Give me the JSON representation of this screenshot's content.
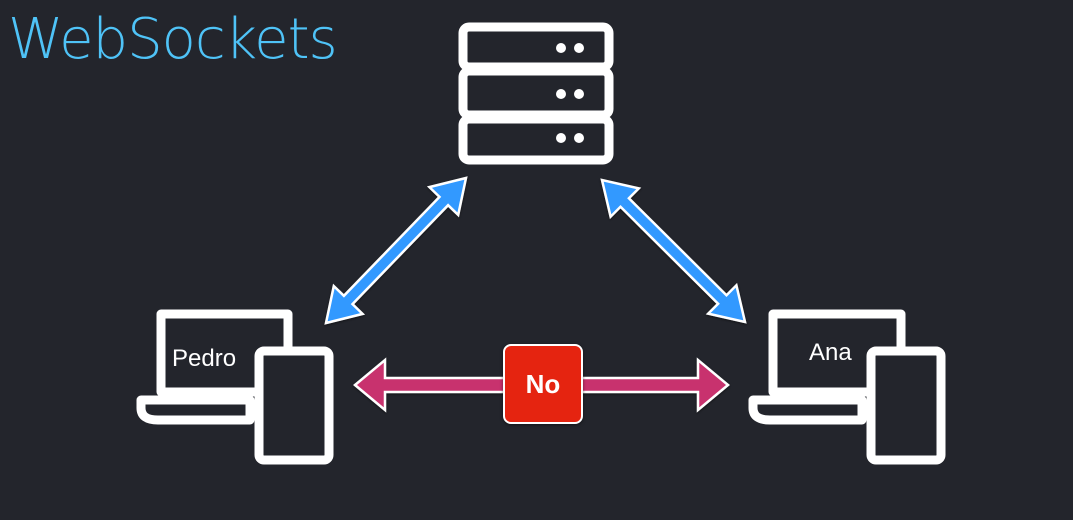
{
  "title": "WebSockets",
  "nodes": {
    "server": {
      "icon": "server-icon"
    },
    "left_client": {
      "label": "Pedro",
      "icon": "laptop-phone-icon"
    },
    "right_client": {
      "label": "Ana",
      "icon": "laptop-phone-icon"
    }
  },
  "connections": {
    "server_left": {
      "status": "allowed"
    },
    "server_right": {
      "status": "allowed"
    },
    "left_right": {
      "status": "blocked",
      "label": "No"
    }
  },
  "colors": {
    "background": "#23252c",
    "title": "#4fc3f7",
    "allowed_arrow": "#3399ff",
    "blocked_arrow": "#c8336e",
    "badge": "#e52410",
    "icon": "#ffffff"
  }
}
